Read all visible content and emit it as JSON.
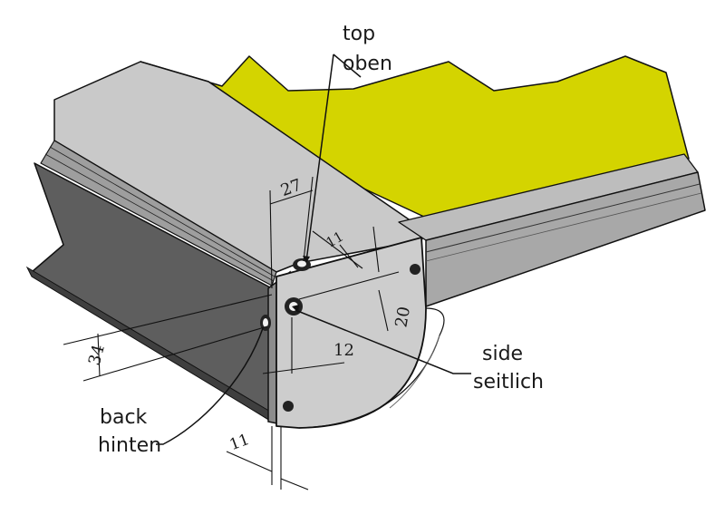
{
  "labels": {
    "top_en": "top",
    "top_de": "oben",
    "side_en": "side",
    "side_de": "seitlich",
    "back_en": "back",
    "back_de": "hinten"
  },
  "dimensions": {
    "d27": "27",
    "d11_top": "11",
    "d20": "20",
    "d12": "12",
    "d34": "34",
    "d11_bottom": "11"
  },
  "colors": {
    "yellow_surface": "#d4d400",
    "metal_light": "#c8c8c8",
    "metal_mid": "#a9a9a9",
    "metal_dark": "#5a5a5a",
    "line": "#111111"
  }
}
